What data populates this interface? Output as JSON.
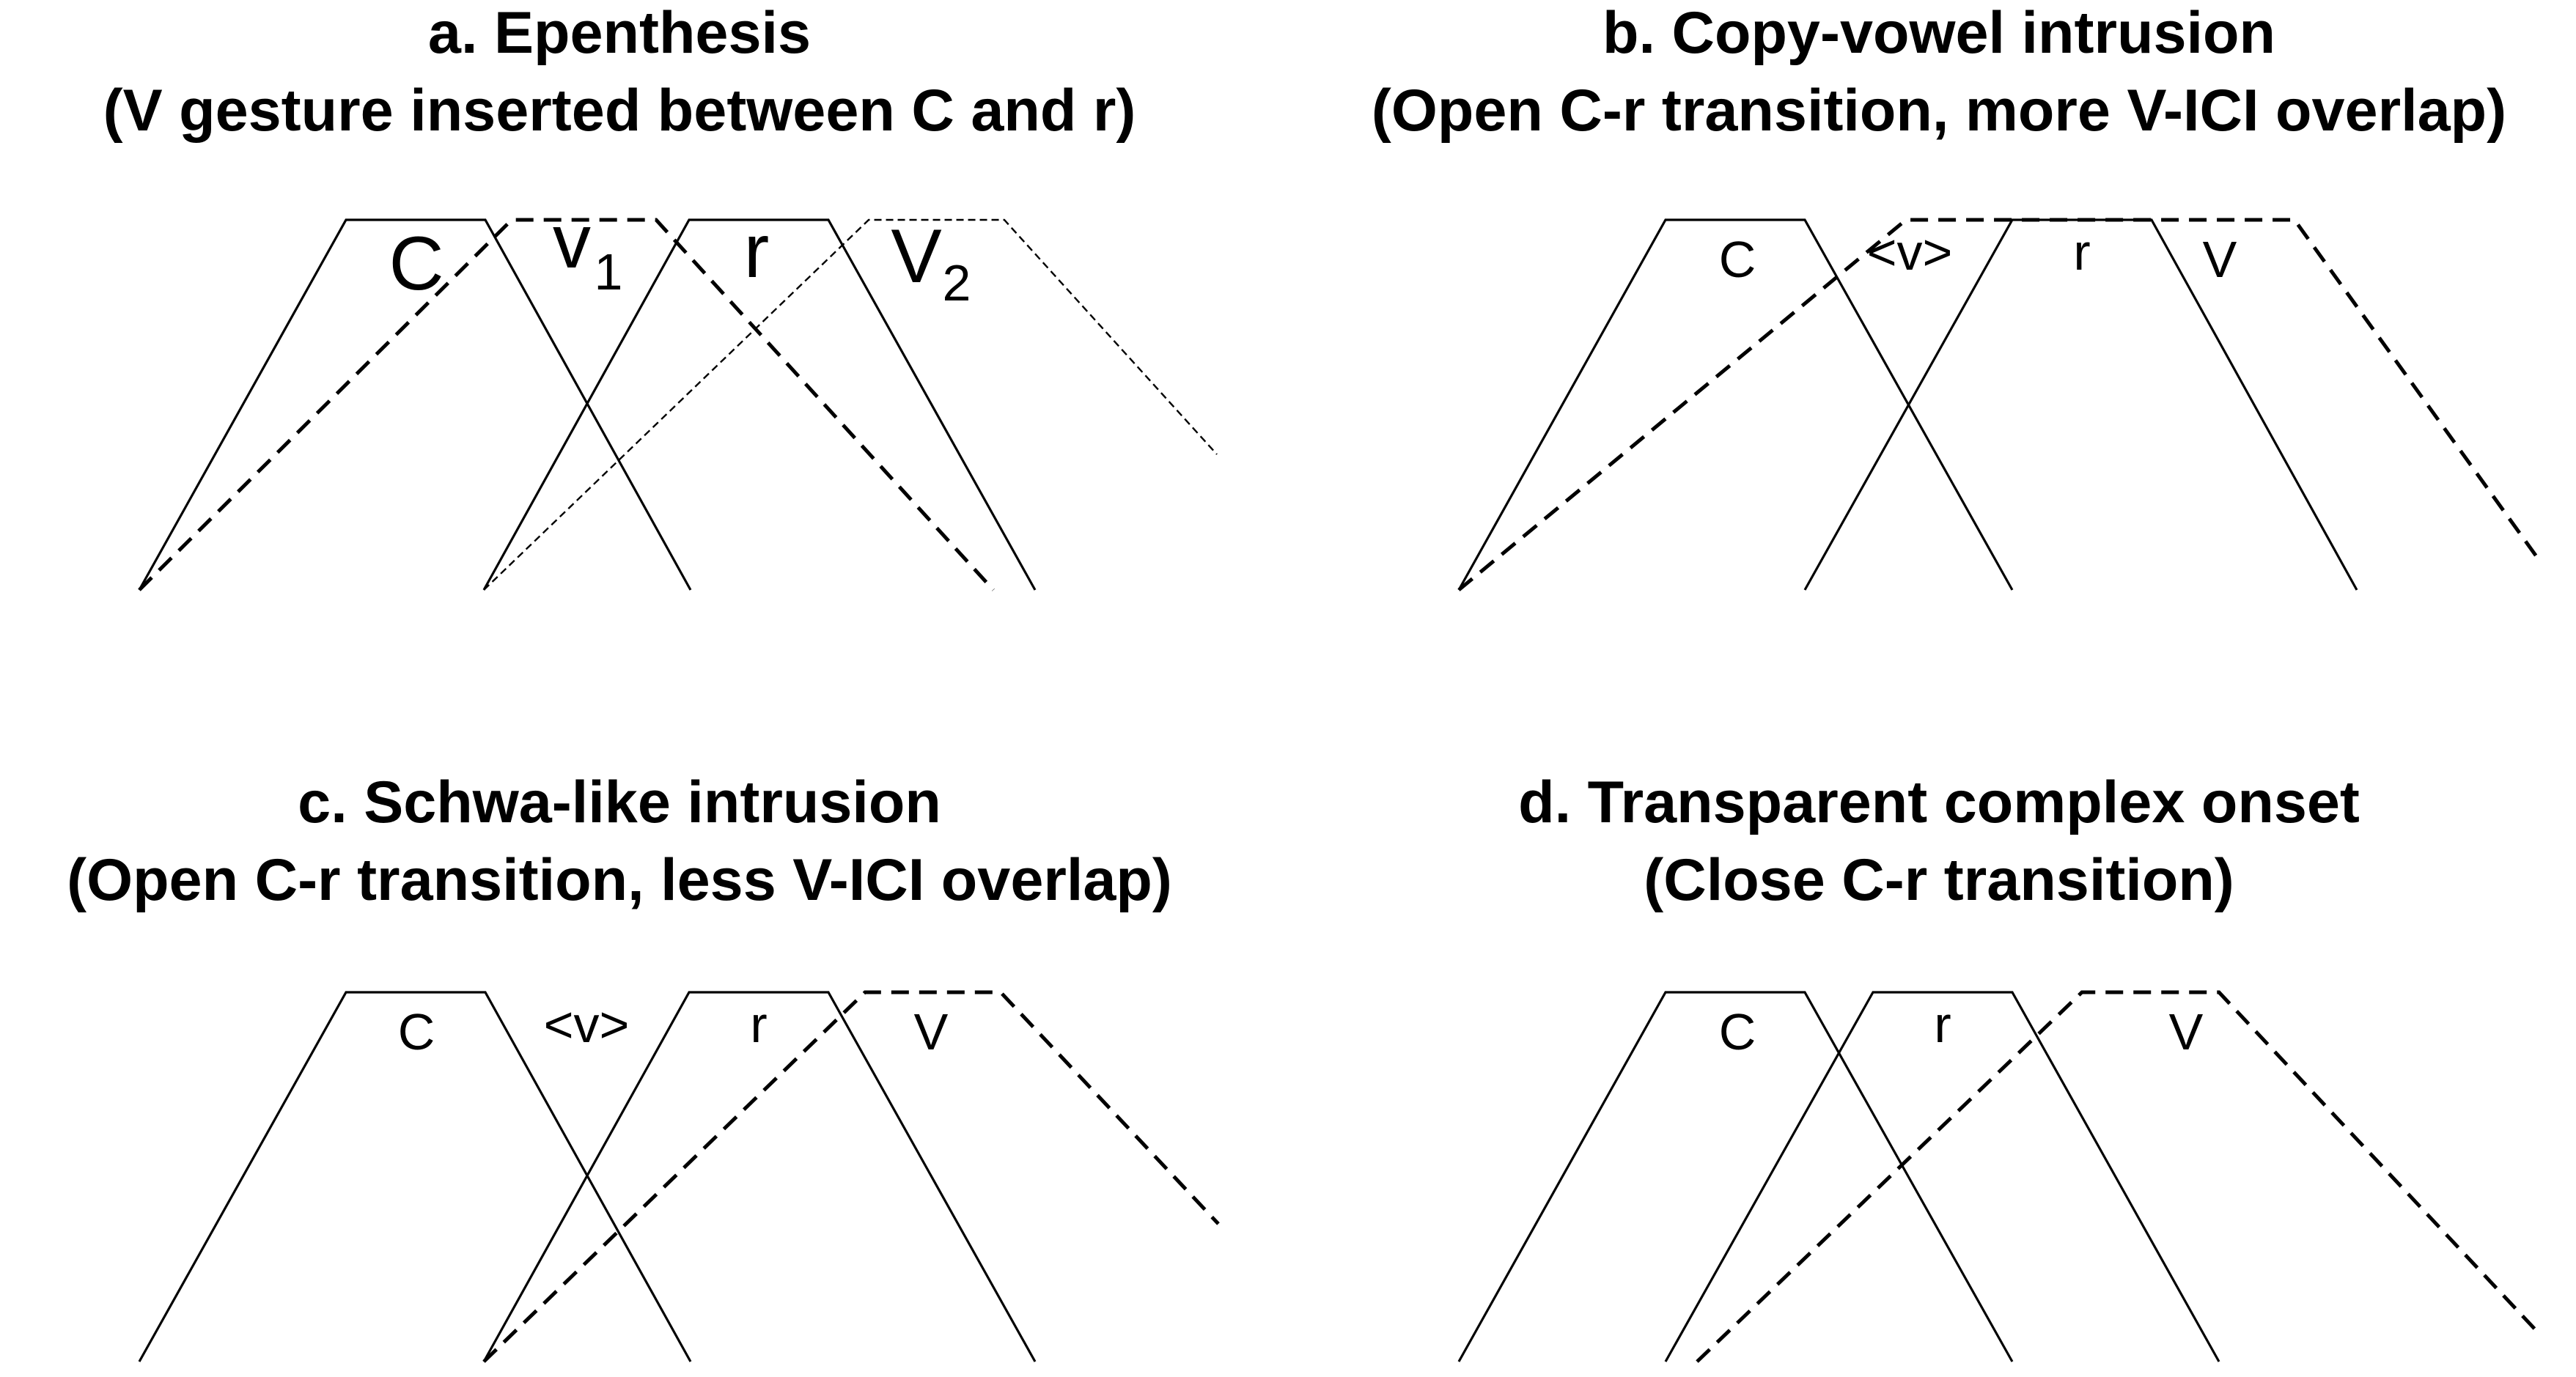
{
  "panels": {
    "a": {
      "title_line1": "a. Epenthesis",
      "title_line2": "(V gesture inserted between C and r)",
      "labels": {
        "c": "C",
        "v1": "v",
        "v1_sub": "1",
        "r": "r",
        "v2": "V",
        "v2_sub": "2"
      }
    },
    "b": {
      "title_line1": "b. Copy-vowel intrusion",
      "title_line2": "(Open C-r transition, more V-ICI overlap)",
      "labels": {
        "c": "C",
        "v": "<v>",
        "r": "r",
        "vowel": "V"
      }
    },
    "c": {
      "title_line1": "c. Schwa-like intrusion",
      "title_line2": "(Open C-r transition, less V-ICI overlap)",
      "labels": {
        "c": "C",
        "v": "<v>",
        "r": "r",
        "vowel": "V"
      }
    },
    "d": {
      "title_line1": "d. Transparent complex onset",
      "title_line2": "(Close C-r transition)",
      "labels": {
        "c": "C",
        "r": "r",
        "vowel": "V"
      }
    }
  },
  "line_styles": {
    "consonant_gesture": "solid",
    "vowel_gesture": "dashed",
    "following_vowel_gesture_a": "dotted"
  },
  "colors": {
    "ink": "#000000",
    "background": "#ffffff"
  }
}
